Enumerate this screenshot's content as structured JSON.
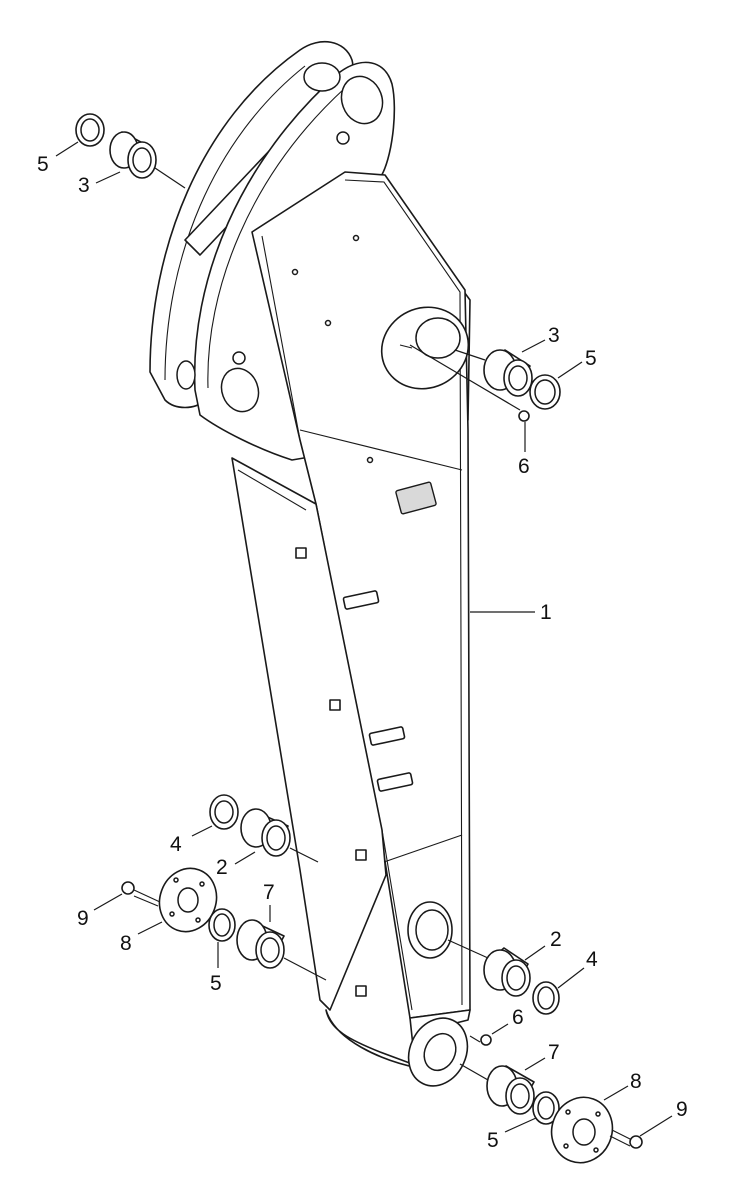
{
  "callouts": [
    {
      "id": "c1",
      "text": "1"
    },
    {
      "id": "c2a",
      "text": "2"
    },
    {
      "id": "c2b",
      "text": "2"
    },
    {
      "id": "c3a",
      "text": "3"
    },
    {
      "id": "c3b",
      "text": "3"
    },
    {
      "id": "c4a",
      "text": "4"
    },
    {
      "id": "c4b",
      "text": "4"
    },
    {
      "id": "c5a",
      "text": "5"
    },
    {
      "id": "c5b",
      "text": "5"
    },
    {
      "id": "c5c",
      "text": "5"
    },
    {
      "id": "c5d",
      "text": "5"
    },
    {
      "id": "c6a",
      "text": "6"
    },
    {
      "id": "c6b",
      "text": "6"
    },
    {
      "id": "c7a",
      "text": "7"
    },
    {
      "id": "c7b",
      "text": "7"
    },
    {
      "id": "c8a",
      "text": "8"
    },
    {
      "id": "c8b",
      "text": "8"
    },
    {
      "id": "c9a",
      "text": "9"
    },
    {
      "id": "c9b",
      "text": "9"
    }
  ]
}
